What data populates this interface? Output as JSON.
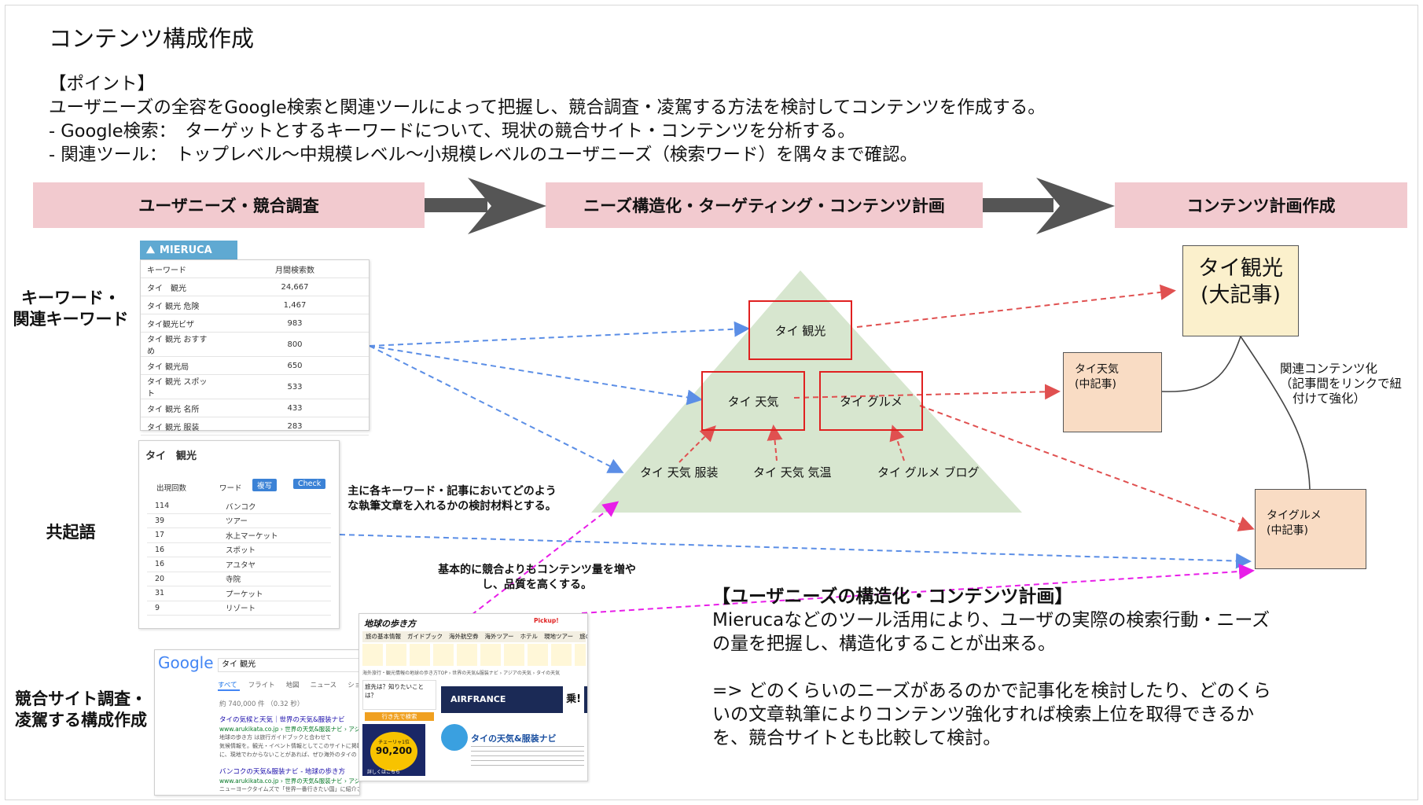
{
  "title": "コンテンツ構成作成",
  "points": {
    "heading": "【ポイント】",
    "line1": "ユーザニーズの全容をGoogle検索と関連ツールによって把握し、競合調査・凌駕する方法を検討してコンテンツを作成する。",
    "line2": "- Google検索：　ターゲットとするキーワードについて、現状の競合サイト・コンテンツを分析する。",
    "line3": "- 関連ツール：　トップレベル〜中規模レベル〜小規模レベルのユーザニーズ（検索ワード）を隅々まで確認。"
  },
  "stages": [
    "ユーザニーズ・競合調査",
    "ニーズ構造化・ターゲティング・コンテンツ計画",
    "コンテンツ計画作成"
  ],
  "row_labels": {
    "keywords_1": "キーワード・",
    "keywords_2": "関連キーワード",
    "cooccurrence": "共起語",
    "competitor_1": "競合サイト調査・",
    "competitor_2": "凌駕する構成作成"
  },
  "mieruca": {
    "logo": "MIERUCA",
    "col_keyword": "キーワード",
    "col_volume": "月間検索数",
    "rows": [
      {
        "kw": "タイ　観光",
        "vol": "24,667"
      },
      {
        "kw": "タイ 観光 危険",
        "vol": "1,467"
      },
      {
        "kw": "タイ観光ビザ",
        "vol": "983"
      },
      {
        "kw": "タイ 観光 おすすめ",
        "vol": "800"
      },
      {
        "kw": "タイ 観光局",
        "vol": "650"
      },
      {
        "kw": "タイ 観光 スポット",
        "vol": "533"
      },
      {
        "kw": "タイ 観光 名所",
        "vol": "433"
      },
      {
        "kw": "タイ 観光 服装",
        "vol": "283"
      }
    ]
  },
  "cooc": {
    "title": "タイ　観光",
    "col_count": "出現回数",
    "col_word": "ワード",
    "btn_copy": "複写",
    "btn_check": "Check",
    "rows": [
      {
        "n": "114",
        "w": "バンコク"
      },
      {
        "n": "39",
        "w": "ツアー"
      },
      {
        "n": "17",
        "w": "水上マーケット"
      },
      {
        "n": "16",
        "w": "スポット"
      },
      {
        "n": "16",
        "w": "アユタヤ"
      },
      {
        "n": "20",
        "w": "寺院"
      },
      {
        "n": "31",
        "w": "プーケット"
      },
      {
        "n": "9",
        "w": "リゾート"
      }
    ]
  },
  "google": {
    "logo": "Google",
    "query": "タイ 観光",
    "tabs": [
      "すべて",
      "フライト",
      "地図",
      "ニュース",
      "ショッ"
    ],
    "result_count": "約 740,000 件 （0.32 秒）",
    "r1_title": "タイの気候と天気｜世界の天気&服装ナビ",
    "r1_url": "www.arukikata.co.jp › 世界の天気&服装ナビ › アジアの",
    "r1_snip1": "地球の歩き方 は旅行ガイドブックと合わせて",
    "r1_snip2": "気候情報を。観光・イベント情報としてこのサイトに掲載",
    "r1_snip3": "に、現地でわからないことがあれば、ぜひ海外のタイの",
    "r2_title": "バンコクの天気&服装ナビ - 地球の歩き方",
    "r2_url": "www.arukikata.co.jp › 世界の天気&服装ナビ › アジアの天気 › タイの気候と",
    "r2_snip": "ニューヨークタイムズで「世界一番行きたい国」に紹介されたタイ"
  },
  "arukikata": {
    "logo": "地球の歩き方",
    "pickup": "Pickup!",
    "nav": [
      "旅の基本情報",
      "ガイドブック",
      "海外航空券",
      "海外ツアー",
      "ホテル",
      "現地ツアー",
      "旅の"
    ],
    "bc": "海外旅行・観光情報の地球の歩き方TOP › 世界の天気&服装ナビ › アジアの天気 › タイの天気",
    "side1": "旅先は？知りたいことは？",
    "side2": "行き先で検索",
    "airfrance": "AIRFRANCE",
    "arrow_text": "乗!",
    "feature": "タイの天気&服装ナビ",
    "price": "90,200",
    "price_caption": "チェーリャ1位",
    "btn": "詳しくはこちら"
  },
  "annotations": {
    "writing_material": "主に各キーワード・記事においてどのような執筆文章を入れるかの検討材料とする。",
    "more_content": "基本的に競合よりもコンテンツ量を増やし、品質を高くする。"
  },
  "pyramid": {
    "top": "タイ 観光",
    "mid_left": "タイ 天気",
    "mid_right": "タイ グルメ",
    "low1": "タイ 天気 服装",
    "low2": "タイ 天気 気温",
    "low3": "タイ グルメ ブログ"
  },
  "stickies": {
    "big_1": "タイ観光",
    "big_2": "(大記事)",
    "weather_1": "タイ天気",
    "weather_2": "(中記事)",
    "gourmet_1": "タイグルメ",
    "gourmet_2": "(中記事)",
    "link_note_1": "関連コンテンツ化",
    "link_note_2": "（記事間をリンクで紐",
    "link_note_3": "付けて強化）"
  },
  "summary": {
    "heading": "【ユーザニーズの構造化・コンテンツ計画】",
    "p1": "Mierucaなどのツール活用により、ユーザの実際の検索行動・ニーズの量を把握し、構造化することが出来る。",
    "p2": "=> どのくらいのニーズがあるのかで記事化を検討したり、どのくらいの文章執筆によりコンテンツ強化すれば検索上位を取得できるかを、競合サイトとも比較して検討。"
  },
  "colors": {
    "stage_bg": "#f2cacf",
    "pyramid": "#d7e6cf",
    "blue_arrow": "#5b8ee6",
    "red_arrow": "#e05050",
    "magenta_arrow": "#e81ee8",
    "sticky_big": "#fbf0cc",
    "sticky_mid": "#f9dcc4"
  }
}
